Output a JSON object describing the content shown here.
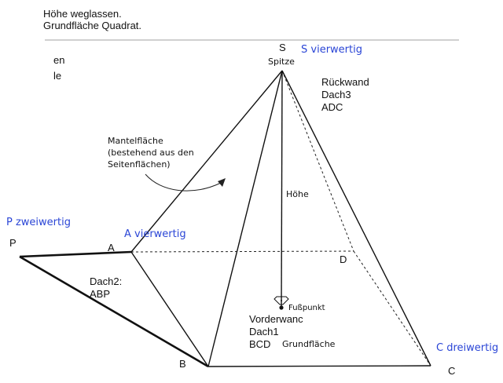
{
  "header": {
    "line1": "Höhe weglassen.",
    "line2": "Grundfläche Quadrat."
  },
  "side_fragments": {
    "frag1": "en",
    "frag2": "le"
  },
  "vertices": {
    "S": "S",
    "S_sub": "Spitze",
    "P": "P",
    "A": "A",
    "B": "B",
    "C": "C",
    "D": "D"
  },
  "degrees": {
    "S": "S vierwertig",
    "P": "P zweiwertig",
    "A": "A vierwertig",
    "C": "C dreiwertig"
  },
  "faces": {
    "back": [
      "Rückwand",
      "Dach3",
      "ADC"
    ],
    "front": [
      "Vorderwanc",
      "Dach1",
      "BCD"
    ],
    "side": [
      "Dach2:",
      "ABP"
    ]
  },
  "annotations": {
    "mantel": [
      "Mantelfläche",
      "(bestehend aus den",
      "Seitenflächen)"
    ],
    "hoehe": "Höhe",
    "fusspunkt": "Fußpunkt",
    "grundflaeche": "Grundfläche"
  },
  "colors": {
    "text": "#111111",
    "degree_text": "#2a45d6",
    "edge": "#111111"
  }
}
